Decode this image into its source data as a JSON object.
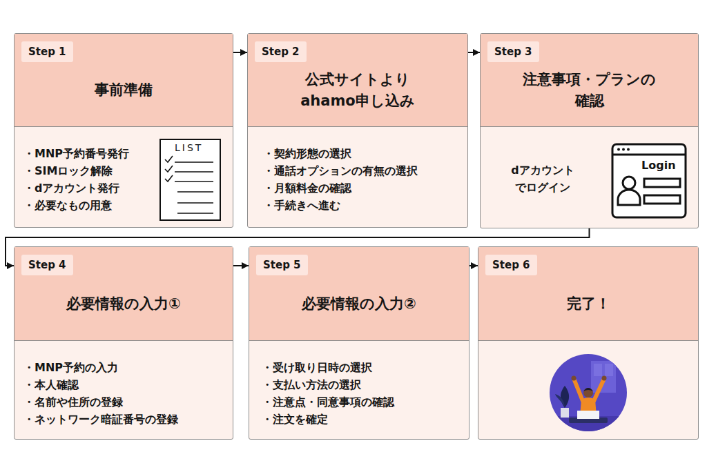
{
  "diagram": {
    "nodes": [
      {
        "text": [
          "Step 1",
          "事前準備",
          "・MNP予約番号発行",
          "・SIMロック解除",
          "・dアカウント発行",
          "・必要なもの用意"
        ]
      },
      {
        "text": [
          "Step 2",
          "公式サイトより ahamo申し込み",
          "・契約形態の選択",
          "・通話オプションの有無の選択",
          "・月額料金の確認",
          "・手続きへ進む"
        ]
      },
      {
        "text": [
          "Step 3",
          "注意事項・プランの 確認",
          "dアカウント でログイン"
        ]
      },
      {
        "text": [
          "Step 4",
          "必要情報の入力①",
          "・MNP予約の入力",
          "・本人確認",
          "・名前や住所の登録",
          "・ネットワーク暗証番号の登録"
        ]
      },
      {
        "text": [
          "Step 5",
          "必要情報の入力②",
          "・受け取り日時の選択",
          "・支払い方法の選択",
          "・注意点・同意事項の確認",
          "・注文を確定"
        ]
      },
      {
        "text": [
          "Step 6",
          "完了！"
        ]
      }
    ],
    "edges": [
      {
        "from": 0,
        "to": 1,
        "arrow": "to"
      },
      {
        "from": 1,
        "to": 2,
        "arrow": "to"
      },
      {
        "from": 2,
        "to": 3,
        "arrow": "to"
      },
      {
        "from": 3,
        "to": 4,
        "arrow": "to"
      },
      {
        "from": 4,
        "to": 5,
        "arrow": "to"
      }
    ],
    "labels": [
      "LIST",
      "Login"
    ]
  }
}
